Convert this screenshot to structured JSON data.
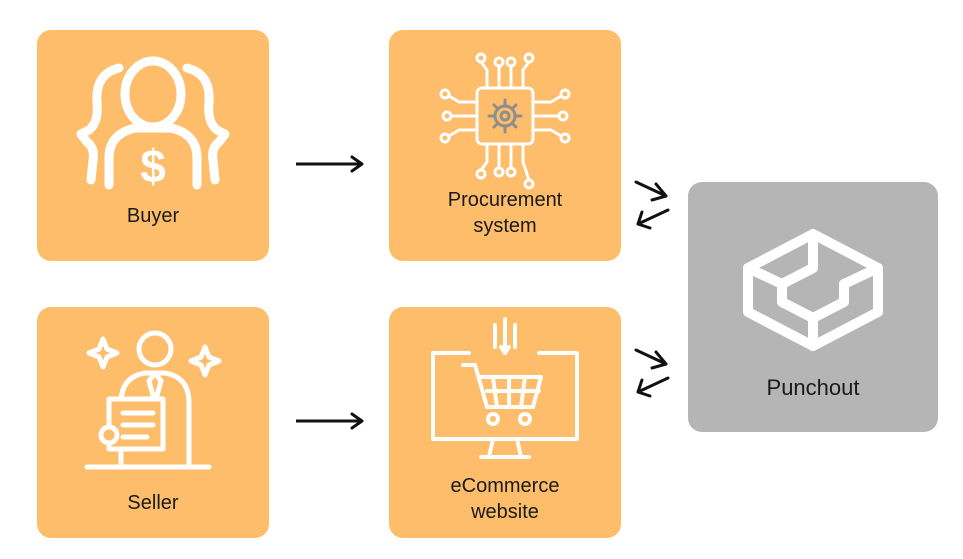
{
  "nodes": {
    "buyer": {
      "label": "Buyer",
      "icon": "buyer-money-person-icon"
    },
    "procurement": {
      "label": "Procurement\nsystem",
      "icon": "processor-chip-gear-icon"
    },
    "seller": {
      "label": "Seller",
      "icon": "seller-person-presentation-icon"
    },
    "ecommerce": {
      "label": "eCommerce\nwebsite",
      "icon": "monitor-shopping-cart-icon"
    },
    "punchout": {
      "label": "Punchout",
      "icon": "punchout-logo-icon"
    }
  },
  "colors": {
    "node_fill": "#FDBD6B",
    "punchout_fill": "#B5B5B5",
    "icon_stroke": "#ffffff",
    "arrow": "#111111"
  },
  "edges": [
    {
      "from": "buyer",
      "to": "procurement",
      "type": "one-way"
    },
    {
      "from": "seller",
      "to": "ecommerce",
      "type": "one-way"
    },
    {
      "from": "procurement",
      "to": "punchout",
      "type": "two-way"
    },
    {
      "from": "ecommerce",
      "to": "punchout",
      "type": "two-way"
    }
  ]
}
